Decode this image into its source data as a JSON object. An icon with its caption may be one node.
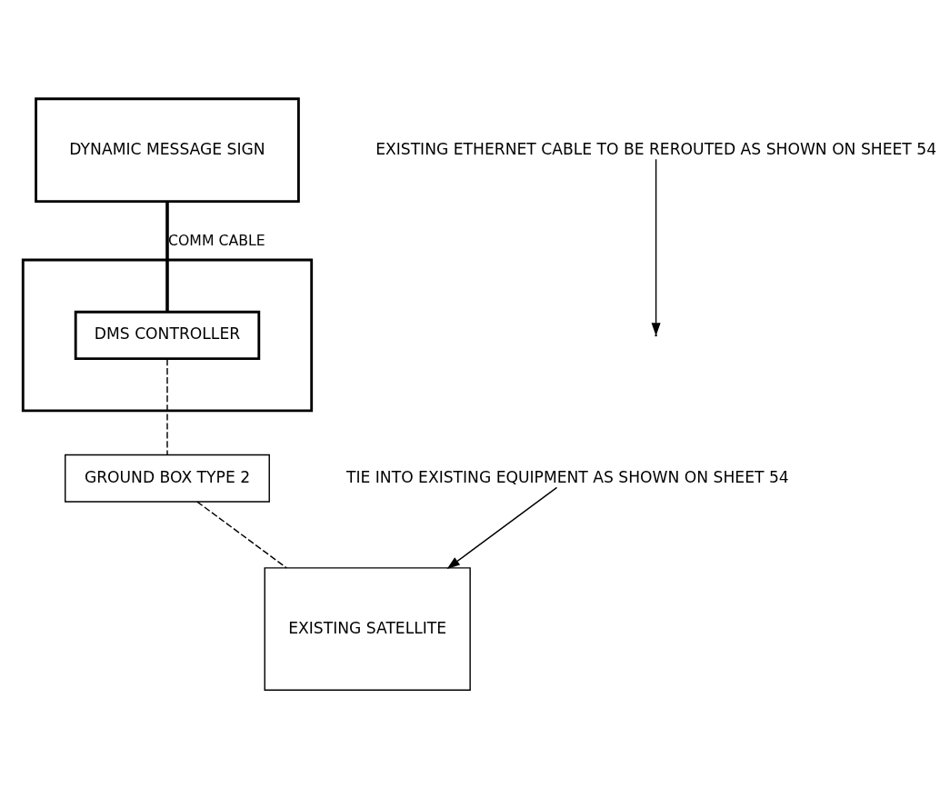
{
  "diagram": {
    "nodes": [
      {
        "text": [
          "DYNAMIC MESSAGE SIGN"
        ]
      },
      {
        "text": [],
        "shape": "box"
      },
      {
        "text": [
          "DMS CONTROLLER"
        ],
        "in": 1
      },
      {
        "text": [
          "GROUND BOX TYPE 2"
        ]
      },
      {
        "text": [
          "EXISTING SATELLITE"
        ]
      },
      {
        "text": [
          "EXISTING ETHERNET CABLE TO BE REROUTED AS SHOWN ON SHEET 54"
        ]
      },
      {
        "text": [
          "TIE INTO EXISTING EQUIPMENT AS SHOWN ON SHEET 54"
        ]
      }
    ],
    "edges": [
      {
        "from": 0,
        "to": 2,
        "arrow": "none",
        "label": "COMM CABLE",
        "style": "thick"
      },
      {
        "from": 2,
        "to": 3,
        "arrow": "none",
        "style": "dashed"
      },
      {
        "from": 3,
        "to": 4,
        "arrow": "none",
        "style": "dashed"
      },
      {
        "from": 5,
        "to": null,
        "arrow": "to"
      },
      {
        "from": 6,
        "to": 4,
        "arrow": "to"
      }
    ]
  }
}
